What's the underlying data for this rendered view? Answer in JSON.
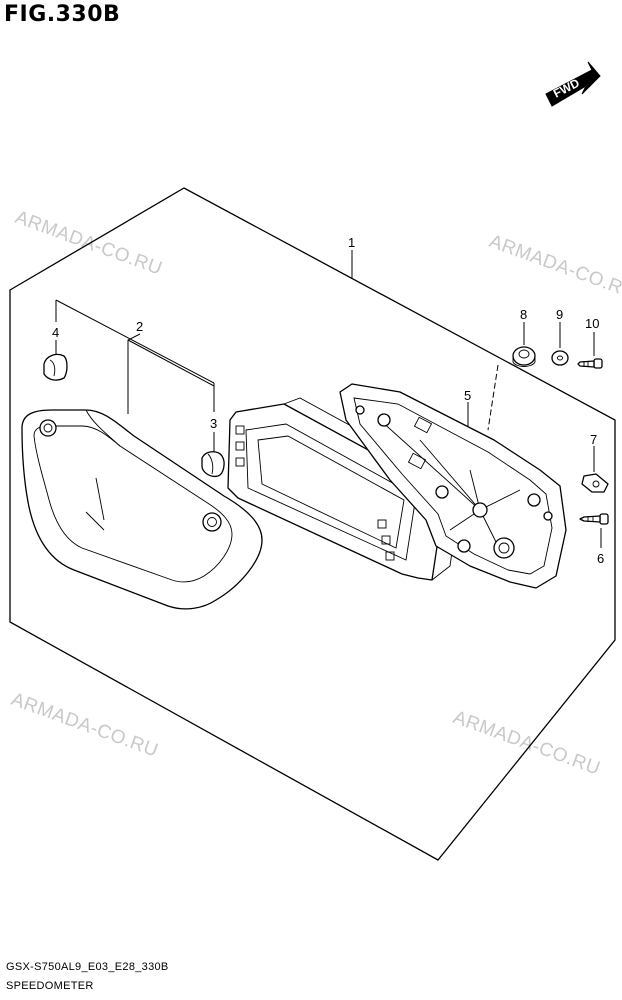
{
  "figure": {
    "title": "FIG.330B",
    "footer_code": "GSX-S750AL9_E03_E28_330B",
    "footer_name": "SPEEDOMETER"
  },
  "direction_marker": {
    "label": "FWD",
    "icon": "fwd-arrow-icon"
  },
  "callouts": [
    {
      "id": "1",
      "label": "1"
    },
    {
      "id": "2",
      "label": "2"
    },
    {
      "id": "3",
      "label": "3"
    },
    {
      "id": "4",
      "label": "4"
    },
    {
      "id": "5",
      "label": "5"
    },
    {
      "id": "6",
      "label": "6"
    },
    {
      "id": "7",
      "label": "7"
    },
    {
      "id": "8",
      "label": "8"
    },
    {
      "id": "9",
      "label": "9"
    },
    {
      "id": "10",
      "label": "10"
    }
  ],
  "watermarks": [
    "ARMADA-CO.RU",
    "ARMADA-CO.RU",
    "ARMADA-CO.RU",
    "ARMADA-CO.RU"
  ]
}
